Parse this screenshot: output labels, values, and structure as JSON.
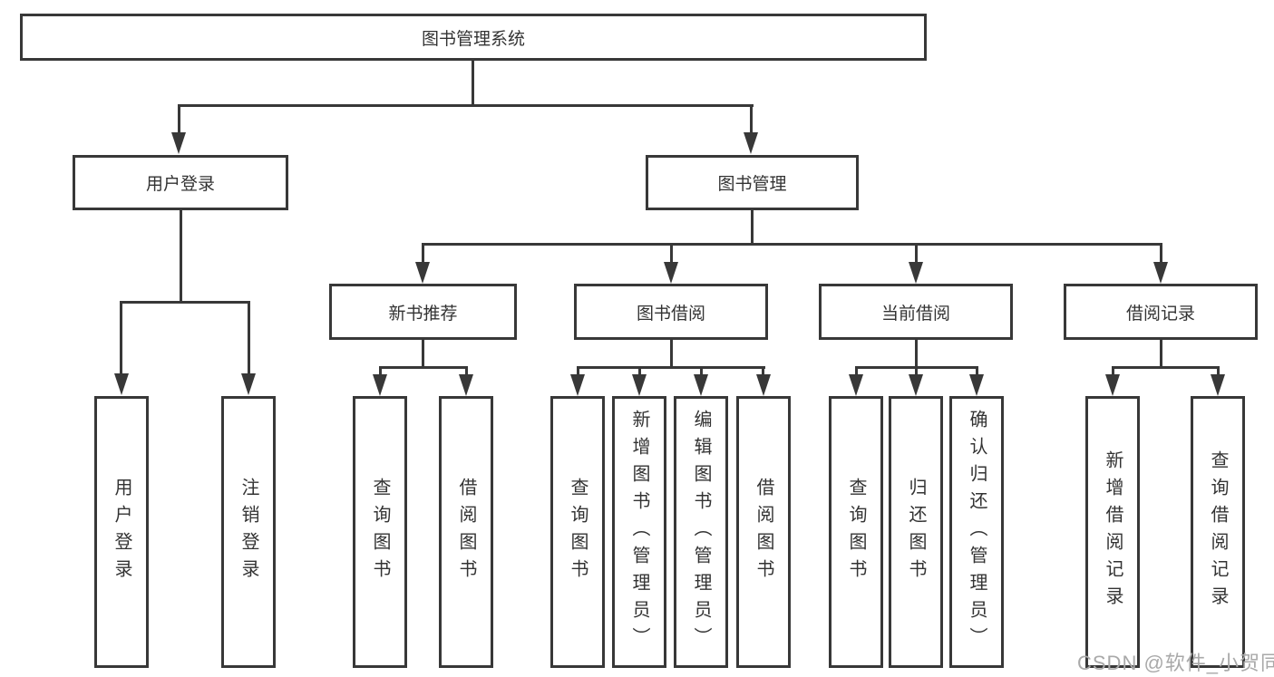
{
  "tree": {
    "label": "图书管理系统",
    "children": [
      {
        "label": "用户登录",
        "children": [
          {
            "label": "用户登录"
          },
          {
            "label": "注销登录"
          }
        ]
      },
      {
        "label": "图书管理",
        "children": [
          {
            "label": "新书推荐",
            "children": [
              {
                "label": "查询图书"
              },
              {
                "label": "借阅图书"
              }
            ]
          },
          {
            "label": "图书借阅",
            "children": [
              {
                "label": "查询图书"
              },
              {
                "label": "新增图书（管理员）"
              },
              {
                "label": "编辑图书（管理员）"
              },
              {
                "label": "借阅图书"
              }
            ]
          },
          {
            "label": "当前借阅",
            "children": [
              {
                "label": "查询图书"
              },
              {
                "label": "归还图书"
              },
              {
                "label": "确认归还（管理员）"
              }
            ]
          },
          {
            "label": "借阅记录",
            "children": [
              {
                "label": "新增借阅记录"
              },
              {
                "label": "查询借阅记录"
              }
            ]
          }
        ]
      }
    ]
  },
  "watermark": {
    "text": "CSDN @软件_小贺同学"
  },
  "colors": {
    "line": "#383838",
    "text": "#333333",
    "watermark": "#a9a9a9",
    "background": "#ffffff"
  }
}
